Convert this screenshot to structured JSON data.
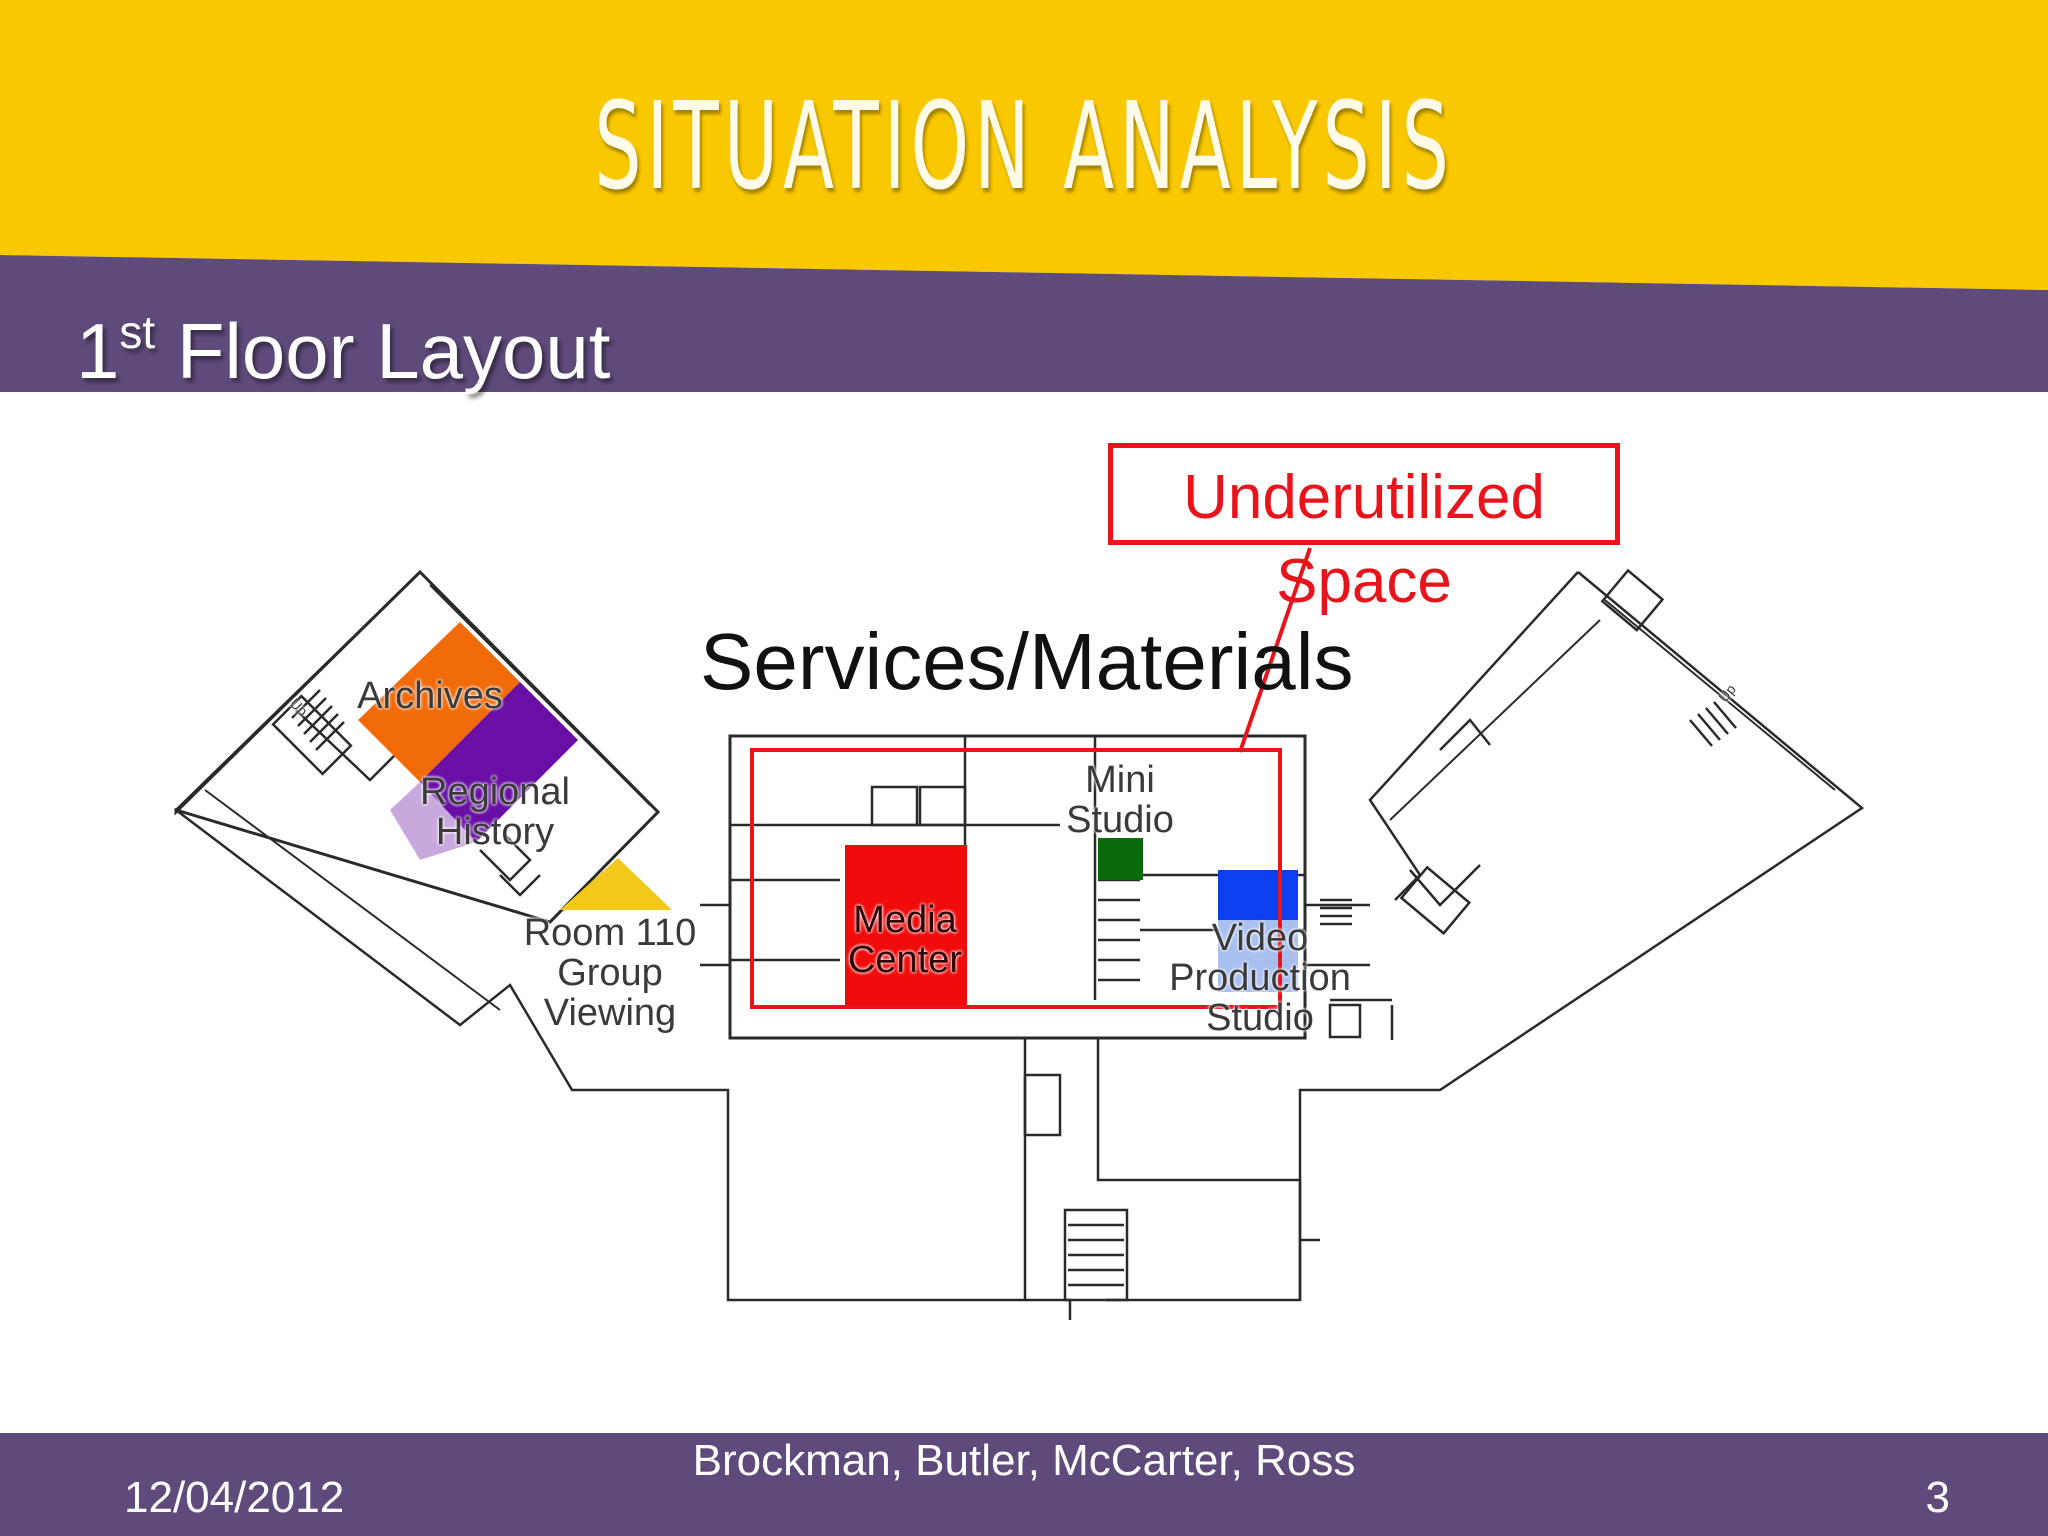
{
  "slide": {
    "title": "SITUATION ANALYSIS",
    "subtitle_number": "1",
    "subtitle_sup": "st",
    "subtitle_rest": " Floor Layout"
  },
  "floorplan": {
    "rooms": {
      "archives": "Archives",
      "regional_history": "Regional\nHistory",
      "room110": "Room 110\nGroup\nViewing",
      "media_center": "Media\nCenter",
      "mini_studio": "Mini\nStudio",
      "video_production": "Video\nProduction\nStudio"
    },
    "stair_labels": {
      "left": "Up",
      "right": "Up"
    }
  },
  "callout": {
    "label": "Underutilized Space",
    "area_label": "Services/Materials"
  },
  "colors": {
    "title_bar": "#f9c800",
    "header_footer": "#5f4b7b",
    "archives": "#f26b0a",
    "regional_history_a": "#6a0fa5",
    "regional_history_b": "#c9a9dd",
    "room110": "#f2c81b",
    "media_center": "#f10c0c",
    "mini_studio": "#0a6b0a",
    "video_production_a": "#0c3ff0",
    "video_production_b": "#a8bff0",
    "callout": "#e8141c"
  },
  "footer": {
    "date": "12/04/2012",
    "authors": "Brockman, Butler, McCarter, Ross",
    "page": "3"
  }
}
